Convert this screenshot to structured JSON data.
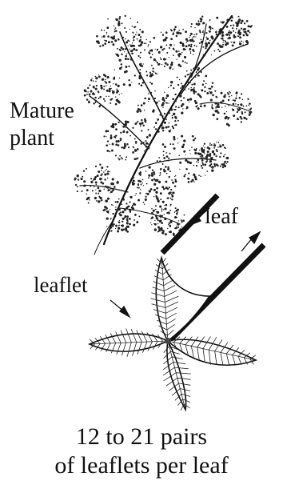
{
  "labels": {
    "mature_plant_line1": "Mature",
    "mature_plant_line2": "plant",
    "leaf": "leaf",
    "leaflet": "leaflet"
  },
  "caption": {
    "line1": "12 to 21 pairs",
    "line2": "of leaflets per leaf"
  },
  "colors": {
    "ink": "#111111",
    "background": "#ffffff"
  }
}
